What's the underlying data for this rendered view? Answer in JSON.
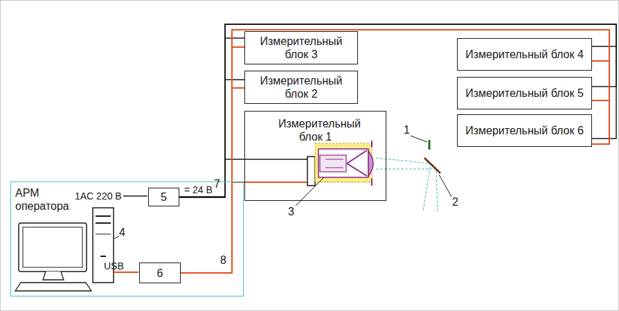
{
  "diagram": {
    "nodes": [
      {
        "text": [
          "АРМ оператора"
        ]
      },
      {
        "text": [
          "5"
        ],
        "in": 0
      },
      {
        "text": [
          "6"
        ],
        "in": 0
      },
      {
        "text": [
          "Измерительный блок 3"
        ]
      },
      {
        "text": [
          "Измерительный блок 2"
        ]
      },
      {
        "text": [
          "Измерительный блок 1"
        ]
      },
      {
        "text": [
          "Измерительный блок 4"
        ]
      },
      {
        "text": [
          "Измерительный блок 5"
        ]
      },
      {
        "text": [
          "Измерительный блок 6"
        ]
      }
    ],
    "edges": [
      {
        "from": 1,
        "to": 3,
        "arrow": "none"
      },
      {
        "from": 1,
        "to": 4,
        "arrow": "none"
      },
      {
        "from": 1,
        "to": 5,
        "arrow": "none"
      },
      {
        "from": 1,
        "to": 6,
        "arrow": "none"
      },
      {
        "from": 1,
        "to": 7,
        "arrow": "none"
      },
      {
        "from": 1,
        "to": 8,
        "arrow": "none"
      },
      {
        "from": 2,
        "to": 3,
        "arrow": "none"
      },
      {
        "from": 2,
        "to": 4,
        "arrow": "none"
      },
      {
        "from": 2,
        "to": 5,
        "arrow": "none"
      },
      {
        "from": 2,
        "to": 6,
        "arrow": "none"
      },
      {
        "from": 2,
        "to": 7,
        "arrow": "none"
      },
      {
        "from": 2,
        "to": 8,
        "arrow": "none"
      }
    ],
    "labels": [
      "1AC 220 В",
      "= 24 В",
      "7",
      "8",
      "USB",
      "1",
      "2",
      "3",
      "4"
    ]
  }
}
